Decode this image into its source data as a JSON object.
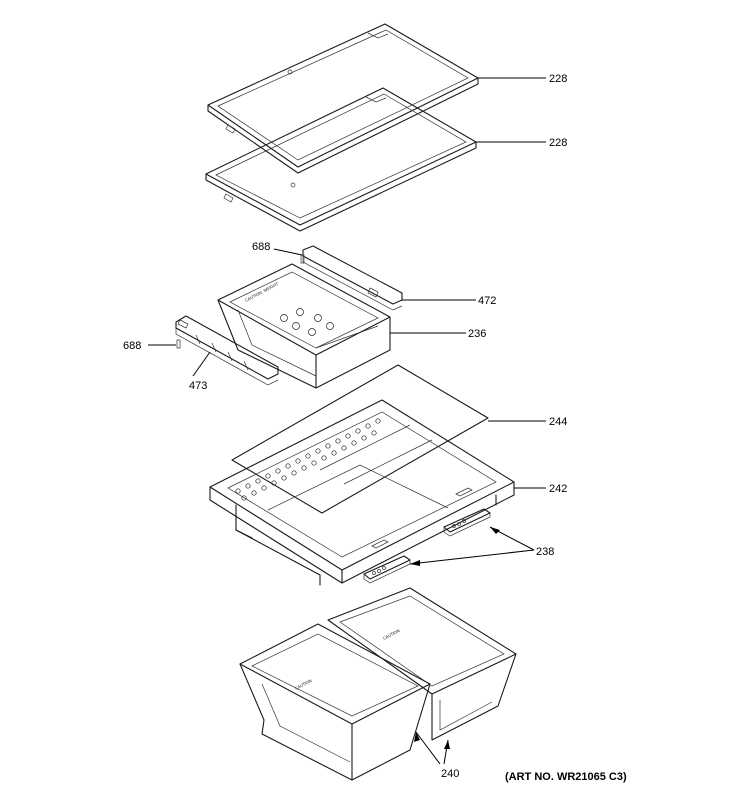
{
  "callouts": {
    "c228a": "228",
    "c228b": "228",
    "c688a": "688",
    "c472": "472",
    "c236": "236",
    "c688b": "688",
    "c473": "473",
    "c244": "244",
    "c242": "242",
    "c238": "238",
    "c240": "240"
  },
  "art_number": "(ART NO. WR21065 C3)"
}
